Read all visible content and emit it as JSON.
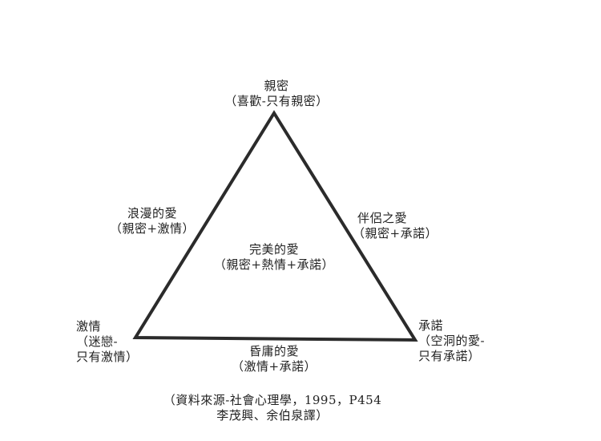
{
  "vertices": {
    "top": {
      "title": "親密",
      "subtitle": "（喜歡-只有親密）"
    },
    "bottom_left": {
      "title": "激情",
      "subtitle_line1": "（迷戀-",
      "subtitle_line2": "只有激情）"
    },
    "bottom_right": {
      "title": "承諾",
      "subtitle_line1": "（空洞的愛-",
      "subtitle_line2": "只有承諾）"
    }
  },
  "edges": {
    "left": {
      "title": "浪漫的愛",
      "subtitle": "（親密+激情）"
    },
    "right": {
      "title": "伴侶之愛",
      "subtitle": "（親密+承諾）"
    },
    "bottom": {
      "title": "昏庸的愛",
      "subtitle": "（激情+承諾）"
    }
  },
  "center": {
    "title": "完美的愛",
    "subtitle": "（親密+熱情+承諾）"
  },
  "source": {
    "line1": "（資料來源-社會心理學，1995，P454",
    "line2": "李茂興、余伯泉譯）"
  },
  "colors": {
    "stroke": "#2b2b2b",
    "text": "#222222",
    "background": "#ffffff"
  }
}
